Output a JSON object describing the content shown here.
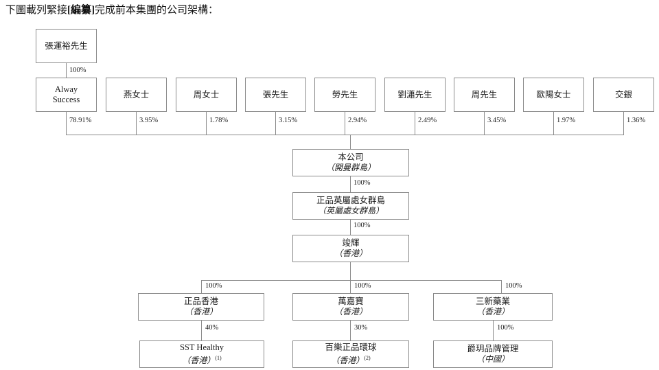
{
  "caption": {
    "before": "下圖載列緊接",
    "bold": "[編纂]",
    "after": "完成前本集團的公司架構："
  },
  "chart_data": {
    "type": "diagram",
    "title": "下圖載列緊接[編纂]完成前本集團的公司架構：",
    "diagram_kind": "organisation-ownership-chart",
    "nodes": [
      {
        "id": "zhang",
        "line1": "張運裕先生",
        "line2": "",
        "note": ""
      },
      {
        "id": "alway",
        "line1": "Alway",
        "line2": "Success",
        "note": ""
      },
      {
        "id": "yan",
        "line1": "燕女士",
        "line2": "",
        "note": ""
      },
      {
        "id": "zhou_ms",
        "line1": "周女士",
        "line2": "",
        "note": ""
      },
      {
        "id": "zhang_mr",
        "line1": "張先生",
        "line2": "",
        "note": ""
      },
      {
        "id": "lao",
        "line1": "勞先生",
        "line2": "",
        "note": ""
      },
      {
        "id": "liu",
        "line1": "劉瀟先生",
        "line2": "",
        "note": ""
      },
      {
        "id": "zhou_mr",
        "line1": "周先生",
        "line2": "",
        "note": ""
      },
      {
        "id": "ouyang",
        "line1": "歐陽女士",
        "line2": "",
        "note": ""
      },
      {
        "id": "jiaoyin",
        "line1": "交銀",
        "line2": "",
        "note": ""
      },
      {
        "id": "company",
        "line1": "本公司",
        "line2": "（開曼群島）",
        "note": ""
      },
      {
        "id": "zhengpin_bvi",
        "line1": "正品英屬處女群島",
        "line2": "（英屬處女群島）",
        "note": ""
      },
      {
        "id": "junhui",
        "line1": "竣輝",
        "line2": "（香港）",
        "note": ""
      },
      {
        "id": "zhengpin_hk",
        "line1": "正品香港",
        "line2": "（香港）",
        "note": ""
      },
      {
        "id": "wanjiabao",
        "line1": "萬嘉寶",
        "line2": "（香港）",
        "note": ""
      },
      {
        "id": "sanxin",
        "line1": "三新藥業",
        "line2": "（香港）",
        "note": ""
      },
      {
        "id": "sst",
        "line1": "SST Healthy",
        "line2": "（香港）",
        "note": "(1)"
      },
      {
        "id": "bailezhengpin",
        "line1": "百樂正品環球",
        "line2": "（香港）",
        "note": "(2)"
      },
      {
        "id": "jueyue",
        "line1": "爵玥品牌管理",
        "line2": "（中國）",
        "note": ""
      }
    ],
    "edges": [
      {
        "from": "zhang",
        "to": "alway",
        "label": "100%"
      },
      {
        "from": "alway",
        "to": "company",
        "label": "78.91%"
      },
      {
        "from": "yan",
        "to": "company",
        "label": "3.95%"
      },
      {
        "from": "zhou_ms",
        "to": "company",
        "label": "1.78%"
      },
      {
        "from": "zhang_mr",
        "to": "company",
        "label": "3.15%"
      },
      {
        "from": "lao",
        "to": "company",
        "label": "2.94%"
      },
      {
        "from": "liu",
        "to": "company",
        "label": "2.49%"
      },
      {
        "from": "zhou_mr",
        "to": "company",
        "label": "3.45%"
      },
      {
        "from": "ouyang",
        "to": "company",
        "label": "1.97%"
      },
      {
        "from": "jiaoyin",
        "to": "company",
        "label": "1.36%"
      },
      {
        "from": "company",
        "to": "zhengpin_bvi",
        "label": "100%"
      },
      {
        "from": "zhengpin_bvi",
        "to": "junhui",
        "label": "100%"
      },
      {
        "from": "junhui",
        "to": "zhengpin_hk",
        "label": "100%"
      },
      {
        "from": "junhui",
        "to": "wanjiabao",
        "label": "100%"
      },
      {
        "from": "junhui",
        "to": "sanxin",
        "label": "100%"
      },
      {
        "from": "zhengpin_hk",
        "to": "sst",
        "label": "40%"
      },
      {
        "from": "wanjiabao",
        "to": "bailezhengpin",
        "label": "30%"
      },
      {
        "from": "sanxin",
        "to": "jueyue",
        "label": "100%"
      }
    ]
  },
  "labels": {
    "pct_100_top": "100%",
    "pct_alway": "78.91%",
    "pct_yan": "3.95%",
    "pct_zhou_ms": "1.78%",
    "pct_zhang_mr": "3.15%",
    "pct_lao": "2.94%",
    "pct_liu": "2.49%",
    "pct_zhou_mr": "3.45%",
    "pct_ouyang": "1.97%",
    "pct_jiaoyin": "1.36%",
    "pct_company_bvi": "100%",
    "pct_bvi_junhui": "100%",
    "pct_junhui_left": "100%",
    "pct_junhui_mid": "100%",
    "pct_junhui_right": "100%",
    "pct_zhengpin_sst": "40%",
    "pct_wanjiabao_baile": "30%",
    "pct_sanxin_jueyue": "100%"
  },
  "nodes_text": {
    "zhang": {
      "line1": "張運裕先生"
    },
    "alway": {
      "line1": "Alway",
      "line2": "Success"
    },
    "yan": {
      "line1": "燕女士"
    },
    "zhou_ms": {
      "line1": "周女士"
    },
    "zhang_mr": {
      "line1": "張先生"
    },
    "lao": {
      "line1": "勞先生"
    },
    "liu": {
      "line1": "劉瀟先生"
    },
    "zhou_mr": {
      "line1": "周先生"
    },
    "ouyang": {
      "line1": "歐陽女士"
    },
    "jiaoyin": {
      "line1": "交銀"
    },
    "company": {
      "line1": "本公司",
      "line2": "（開曼群島）"
    },
    "zhengpin_bvi": {
      "line1": "正品英屬處女群島",
      "line2": "（英屬處女群島）"
    },
    "junhui": {
      "line1": "竣輝",
      "line2": "（香港）"
    },
    "zhengpin_hk": {
      "line1": "正品香港",
      "line2": "（香港）"
    },
    "wanjiabao": {
      "line1": "萬嘉寶",
      "line2": "（香港）"
    },
    "sanxin": {
      "line1": "三新藥業",
      "line2": "（香港）"
    },
    "sst": {
      "line1": "SST Healthy",
      "line2": "（香港）",
      "note": "(1)"
    },
    "bailezhengpin": {
      "line1": "百樂正品環球",
      "line2": "（香港）",
      "note": "(2)"
    },
    "jueyue": {
      "line1": "爵玥品牌管理",
      "line2": "（中國）"
    }
  },
  "colors": {
    "border": "#8a8a8a",
    "text": "#1a1a1a",
    "background": "#ffffff"
  }
}
